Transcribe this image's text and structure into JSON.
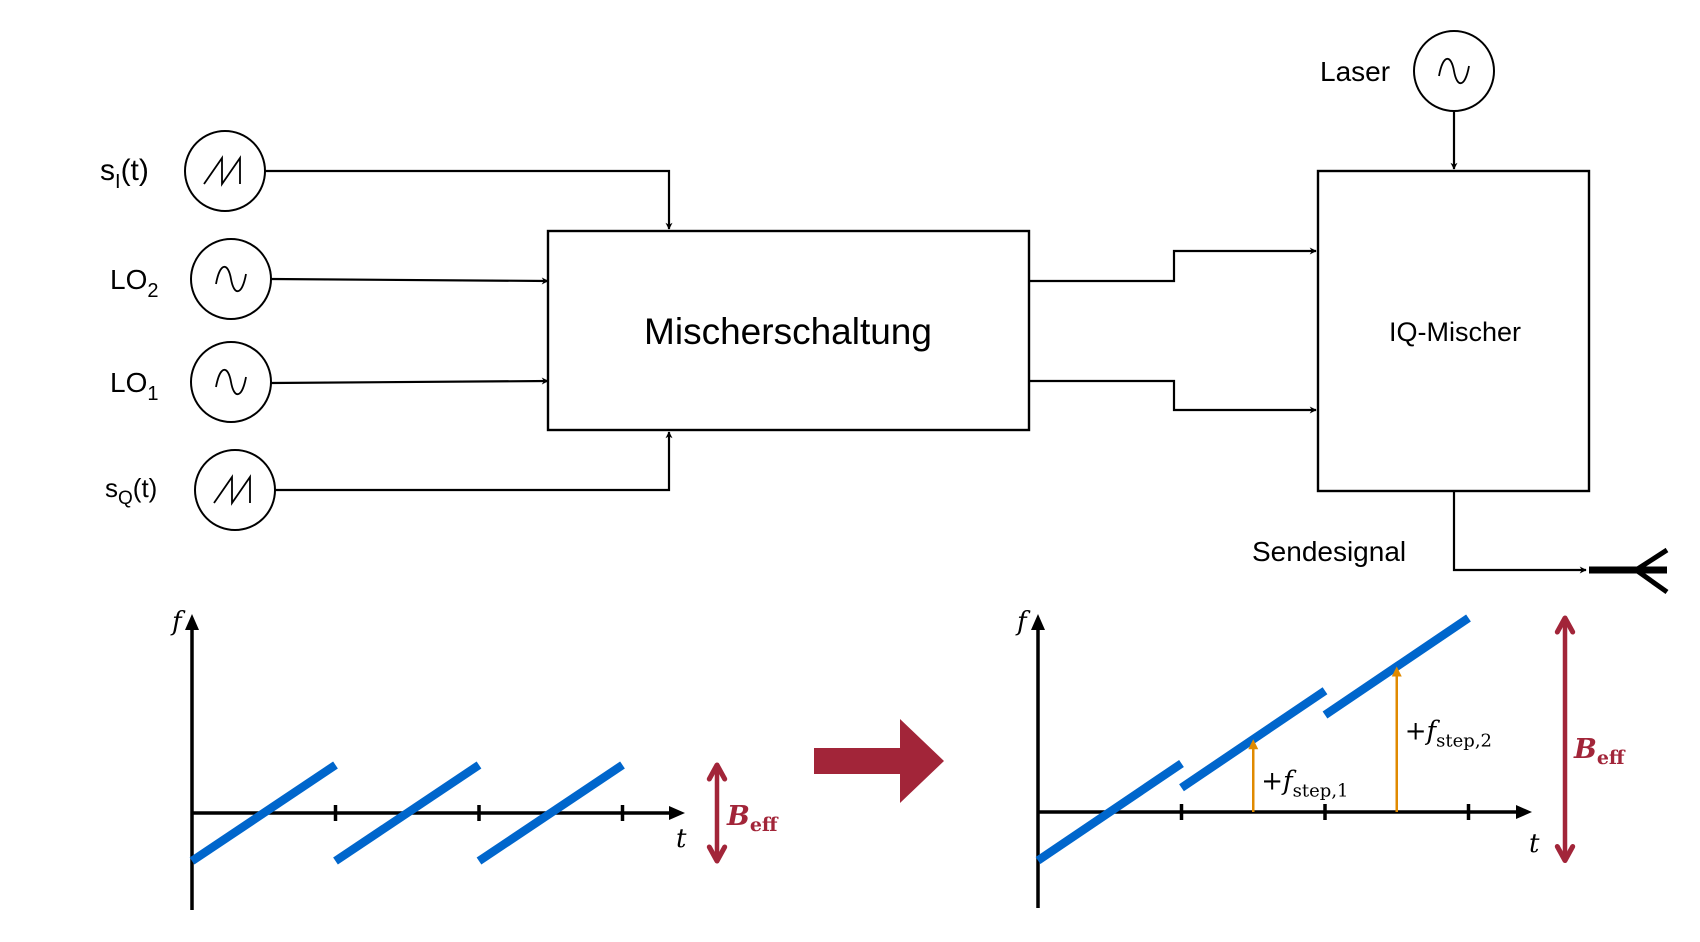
{
  "colors": {
    "line": "#000000",
    "ramp": "#0066CC",
    "bandwidth": "#A22539",
    "step": "#E08A00",
    "background": "#FFFFFF"
  },
  "block_diagram": {
    "sources": [
      {
        "id": "s_i",
        "label": "s",
        "subscript": "I",
        "suffix": "(t)",
        "icon": "sawtooth-icon"
      },
      {
        "id": "lo2",
        "label": "LO",
        "subscript": "2",
        "suffix": "",
        "icon": "sine-wave-icon"
      },
      {
        "id": "lo1",
        "label": "LO",
        "subscript": "1",
        "suffix": "",
        "icon": "sine-wave-icon"
      },
      {
        "id": "s_q",
        "label": "s",
        "subscript": "Q",
        "suffix": "(t)",
        "icon": "sawtooth-icon"
      }
    ],
    "laser": {
      "label": "Laser",
      "icon": "sine-wave-icon"
    },
    "mixer_circuit": {
      "label": "Mischerschaltung"
    },
    "iq_mixer": {
      "label": "IQ-Mischer"
    },
    "output": {
      "label": "Sendesignal",
      "icon": "antenna-icon"
    }
  },
  "transition_arrow": {
    "icon": "right-arrow-icon"
  },
  "chart_data": [
    {
      "type": "line",
      "title": "",
      "xlabel": "t",
      "ylabel": "f",
      "x_ticks": [
        1,
        2,
        3
      ],
      "xlim": [
        0,
        3.25
      ],
      "ylim": [
        -1.4,
        2.8
      ],
      "bandwidth_label": {
        "main": "B",
        "sub": "eff"
      },
      "bandwidth_range": [
        -0.5,
        0.5
      ],
      "series": [
        {
          "name": "ramp-1",
          "x": [
            0,
            1
          ],
          "y": [
            -0.5,
            0.5
          ]
        },
        {
          "name": "ramp-2",
          "x": [
            1,
            2
          ],
          "y": [
            -0.5,
            0.5
          ]
        },
        {
          "name": "ramp-3",
          "x": [
            2,
            3
          ],
          "y": [
            -0.5,
            0.5
          ]
        }
      ],
      "annotations": []
    },
    {
      "type": "line",
      "title": "",
      "xlabel": "t",
      "ylabel": "f",
      "x_ticks": [
        1,
        2,
        3
      ],
      "xlim": [
        0,
        3.25
      ],
      "ylim": [
        -1.4,
        2.8
      ],
      "bandwidth_label": {
        "main": "B",
        "sub": "eff"
      },
      "bandwidth_range": [
        -0.5,
        2.0
      ],
      "series": [
        {
          "name": "ramp-1",
          "x": [
            0,
            1
          ],
          "y": [
            -0.5,
            0.5
          ]
        },
        {
          "name": "ramp-2",
          "x": [
            1,
            2
          ],
          "y": [
            0.25,
            1.25
          ]
        },
        {
          "name": "ramp-3",
          "x": [
            2,
            3
          ],
          "y": [
            1.0,
            2.0
          ]
        }
      ],
      "annotations": [
        {
          "label": "+f",
          "sub": "step,1",
          "x": 1.5,
          "y_from": 0,
          "y_to": 0.75
        },
        {
          "label": "+f",
          "sub": "step,2",
          "x": 2.5,
          "y_from": 0,
          "y_to": 1.5
        }
      ]
    }
  ]
}
